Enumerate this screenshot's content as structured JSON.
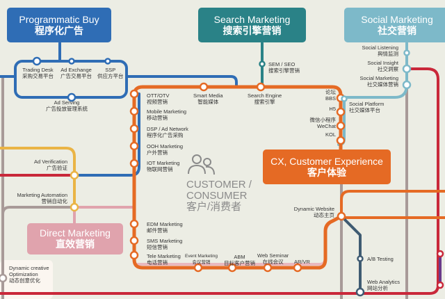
{
  "boxes": {
    "programmatic": {
      "en": "Programmatic Buy",
      "zh": "程序化广告",
      "color": "#2f6db5"
    },
    "search": {
      "en": "Search Marketing",
      "zh": "搜索引擎营销",
      "color": "#2a8287"
    },
    "social": {
      "en": "Social Marketing",
      "zh": "社交营销",
      "color": "#7db9c9"
    },
    "cx": {
      "en": "CX, Customer  Experience",
      "zh": "客户体验",
      "color": "#e56a24"
    },
    "direct": {
      "en": "Direct Marketing",
      "zh": "直效营销",
      "color": "#e0a3ad"
    }
  },
  "center": {
    "line1": "CUSTOMER /",
    "line2": "CONSUMER",
    "zh": "客户/消费者"
  },
  "stations": {
    "trading_desk": {
      "en": "Trading Desk",
      "zh": "采购交易平台"
    },
    "ad_exchange": {
      "en": "Ad Exchange",
      "zh": "广告交易平台"
    },
    "ssp": {
      "en": "SSP",
      "zh": "供应方平台"
    },
    "ad_serving": {
      "en": "Ad Serving",
      "zh": "广告投放管理系统"
    },
    "sem_seo": {
      "en": "SEM / SEO",
      "zh": "搜索引擎营销"
    },
    "smart_media": {
      "en": "Smart Media",
      "zh": "智能媒体"
    },
    "search_engine": {
      "en": "Search Engine",
      "zh": "搜索引擎"
    },
    "ott": {
      "en": "OTT/OTV",
      "zh": "视频营销"
    },
    "mobile": {
      "en": "Mobile Marketing",
      "zh": "移动营销"
    },
    "dsp": {
      "en": "DSP / Ad Network",
      "zh": "程序化广告采购"
    },
    "ooh": {
      "en": "OOH Marketing",
      "zh": "户外营销"
    },
    "iot": {
      "en": "IOT Marketing",
      "zh": "物联网营销"
    },
    "edm": {
      "en": "EDM Marketing",
      "zh": "邮件营销"
    },
    "sms": {
      "en": "SMS Marketing",
      "zh": "短信营销"
    },
    "tele": {
      "en": "Tele Marketing",
      "zh": "电话营销"
    },
    "event": {
      "en": "Event Marketing",
      "zh": "会议营销"
    },
    "abm": {
      "en": "ABM",
      "zh": "目标客户营销"
    },
    "web_seminar": {
      "en": "Web Seminar",
      "zh": "在线会议"
    },
    "arvr": {
      "en": "AR/VR"
    },
    "bbs": {
      "zh": "论坛",
      "en": "BBS"
    },
    "h5": {
      "en": "H5"
    },
    "wechat": {
      "zh": "微信小程序",
      "en": "WeChat"
    },
    "kol": {
      "en": "KOL"
    },
    "social_listening": {
      "en": "Social Listening",
      "zh": "舆情监测"
    },
    "social_insight": {
      "en": "Social Insight",
      "zh": "社交洞察"
    },
    "social_marketing": {
      "en": "Social Marketing",
      "zh": "社交媒体营销"
    },
    "social_platform": {
      "en": "Social Platform",
      "zh": "社交媒体平台"
    },
    "ad_verification": {
      "en": "Ad Verification",
      "zh": "广告验证"
    },
    "marketing_automation": {
      "en": "Marketing Automation",
      "zh": "营销自动化"
    },
    "dco": {
      "en1": "Dynamic creative",
      "en2": "Optimization",
      "zh": "动态创意优化"
    },
    "dynamic_website": {
      "en": "Dynamic Website",
      "zh": "动态主页"
    },
    "ab_testing": {
      "en": "A/B Testing"
    },
    "web_analytics": {
      "en": "Web Analytics",
      "zh": "网站分析"
    }
  }
}
